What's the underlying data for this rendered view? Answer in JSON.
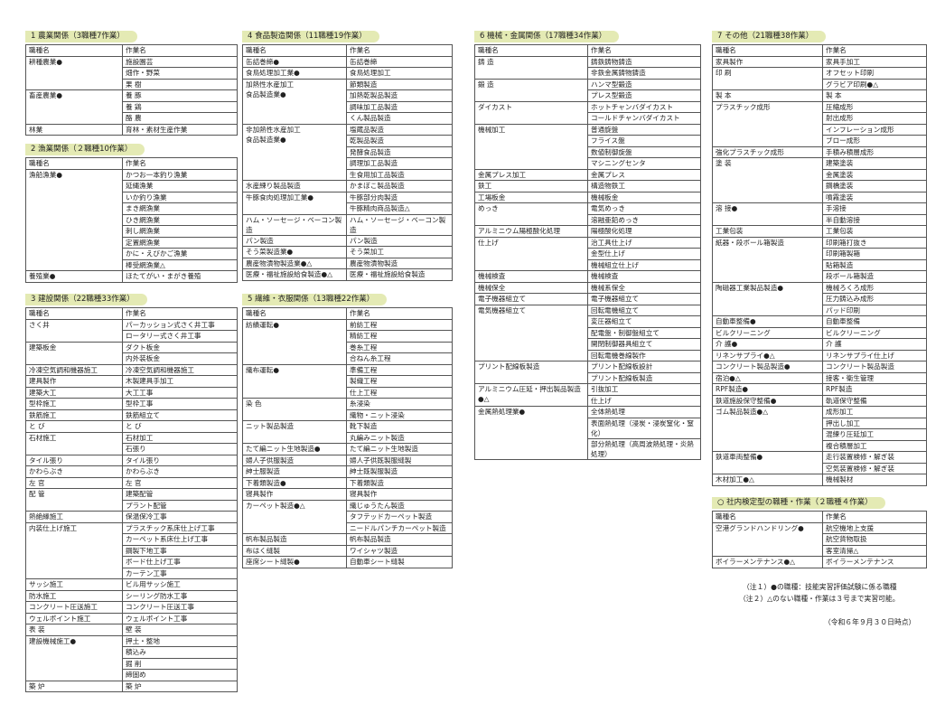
{
  "header": [
    "職種名",
    "作業名"
  ],
  "sections": [
    {
      "title": "1 農業関係（3職種7作業）",
      "rows": [
        [
          "耕種農業●",
          [
            "施設園芸",
            "畑作・野菜",
            "果 樹"
          ]
        ],
        [
          "畜産農業●",
          [
            "養 豚",
            "養 鶏",
            "酪 農"
          ]
        ],
        [
          "林業",
          [
            "育林・素材生産作業"
          ]
        ]
      ]
    },
    {
      "title": "2 漁業関係（２職種10作業）",
      "rows": [
        [
          "漁船漁業●",
          [
            "かつお一本釣り漁業",
            "延縄漁業",
            "いか釣り漁業",
            "まき網漁業",
            "ひき網漁業",
            "刺し網漁業",
            "定置網漁業",
            "かに・えびかご漁業",
            "棒受網漁業△"
          ]
        ],
        [
          "養殖業●",
          [
            "ほたてがい・まがき養殖"
          ]
        ]
      ]
    },
    {
      "title": "3 建設関係（22職種33作業）",
      "rows": [
        [
          "さく井",
          [
            "パーカッション式さく井工事",
            "ロータリー式さく井工事"
          ]
        ],
        [
          "建築板金",
          [
            "ダクト板金",
            "内外装板金"
          ]
        ],
        [
          "冷凍空気調和機器施工",
          [
            "冷凍空気調和機器施工"
          ]
        ],
        [
          "建具製作",
          [
            "木製建具手加工"
          ]
        ],
        [
          "建築大工",
          [
            "大工工事"
          ]
        ],
        [
          "型枠施工",
          [
            "型枠工事"
          ]
        ],
        [
          "鉄筋施工",
          [
            "鉄筋組立て"
          ]
        ],
        [
          "と び",
          [
            "と び"
          ]
        ],
        [
          "石材施工",
          [
            "石材加工",
            "石張り"
          ]
        ],
        [
          "タイル張り",
          [
            "タイル張り"
          ]
        ],
        [
          "かわらぶき",
          [
            "かわらぶき"
          ]
        ],
        [
          "左 官",
          [
            "左 官"
          ]
        ],
        [
          "配 管",
          [
            "建築配管",
            "プラント配管"
          ]
        ],
        [
          "熱絶縁施工",
          [
            "保温保冷工事"
          ]
        ],
        [
          "内装仕上げ施工",
          [
            "プラスチック系床仕上げ工事",
            "カーペット系床仕上げ工事",
            "鋼製下地工事",
            "ボード仕上げ工事",
            "カーテン工事"
          ]
        ],
        [
          "サッシ施工",
          [
            "ビル用サッシ施工"
          ]
        ],
        [
          "防水施工",
          [
            "シーリング防水工事"
          ]
        ],
        [
          "コンクリート圧送施工",
          [
            "コンクリート圧送工事"
          ]
        ],
        [
          "ウェルポイント施工",
          [
            "ウェルポイント工事"
          ]
        ],
        [
          "表 装",
          [
            "壁 装"
          ]
        ],
        [
          "建設機械施工●",
          [
            "押土・整地",
            "積込み",
            "掘 削",
            "締固め"
          ]
        ],
        [
          "築 炉",
          [
            "築 炉"
          ]
        ]
      ]
    },
    {
      "title": "4 食品製造関係（11職種19作業）",
      "rows": [
        [
          "缶詰巻締●",
          [
            "缶詰巻締"
          ]
        ],
        [
          "食鳥処理加工業●",
          [
            "食鳥処理加工"
          ]
        ],
        [
          "加熱性水産加工\n食品製造業●",
          [
            "節類製造",
            "加熱乾製品製造",
            "調味加工品製造",
            "くん製品製造"
          ]
        ],
        [
          "非加熱性水産加工\n食品製造業●",
          [
            "塩蔵品製造",
            "乾製品製造",
            "発酵食品製造",
            "調理加工品製造",
            "生食用加工品製造"
          ]
        ],
        [
          "水産練り製品製造",
          [
            "かまぼこ製品製造"
          ]
        ],
        [
          "牛豚食肉処理加工業●",
          [
            "牛豚部分肉製造",
            "牛豚精肉商品製造△"
          ]
        ],
        [
          "ハム・ソーセージ・ベーコン製造",
          [
            "ハム・ソーセージ・ベーコン製造"
          ]
        ],
        [
          "パン製造",
          [
            "パン製造"
          ]
        ],
        [
          "そう菜製造業●",
          [
            "そう菜加工"
          ]
        ],
        [
          "農産物漬物製造業●△",
          [
            "農産物漬物製造"
          ]
        ],
        [
          "医療・福祉施設給食製造●△",
          [
            "医療・福祉施設給食製造"
          ]
        ]
      ]
    },
    {
      "title": "5 繊維・衣服関係（13職種22作業）",
      "rows": [
        [
          "紡績運転●",
          [
            "前紡工程",
            "精紡工程",
            "巻糸工程",
            "合ねん糸工程"
          ]
        ],
        [
          "織布運転●",
          [
            "準備工程",
            "製織工程",
            "仕上工程"
          ]
        ],
        [
          "染 色",
          [
            "糸浸染",
            "織物・ニット浸染"
          ]
        ],
        [
          "ニット製品製造",
          [
            "靴下製造",
            "丸編みニット製造"
          ]
        ],
        [
          "たて編ニット生地製造●",
          [
            "たて編ニット生地製造"
          ]
        ],
        [
          "婦人子供服製造",
          [
            "婦人子供既製服縫製"
          ]
        ],
        [
          "紳士服製造",
          [
            "紳士既製服製造"
          ]
        ],
        [
          "下着類製造●",
          [
            "下着類製造"
          ]
        ],
        [
          "寝具製作",
          [
            "寝具製作"
          ]
        ],
        [
          "カーペット製造●△",
          [
            "織じゅうたん製造",
            "タフテッドカーペット製造",
            "ニードルパンチカーペット製造"
          ]
        ],
        [
          "帆布製品製造",
          [
            "帆布製品製造"
          ]
        ],
        [
          "布はく縫製",
          [
            "ワイシャツ製造"
          ]
        ],
        [
          "座席シート縫製●",
          [
            "自動車シート縫製"
          ]
        ]
      ]
    },
    {
      "title": "6 機械・金属関係（17職種34作業）",
      "rows": [
        [
          "鋳 造",
          [
            "鋳鉄鋳物鋳造",
            "非鉄金属鋳物鋳造"
          ]
        ],
        [
          "鍛 造",
          [
            "ハンマ型鍛造",
            "プレス型鍛造"
          ]
        ],
        [
          "ダイカスト",
          [
            "ホットチャンバダイカスト",
            "コールドチャンバダイカスト"
          ]
        ],
        [
          "機械加工",
          [
            "普通旋盤",
            "フライス盤",
            "数値制御旋盤",
            "マシニングセンタ"
          ]
        ],
        [
          "金属プレス加工",
          [
            "金属プレス"
          ]
        ],
        [
          "鉄工",
          [
            "構造物鉄工"
          ]
        ],
        [
          "工場板金",
          [
            "機械板金"
          ]
        ],
        [
          "めっき",
          [
            "電気めっき",
            "溶融亜鉛めっき"
          ]
        ],
        [
          "アルミニウム陽極酸化処理",
          [
            "陽極酸化処理"
          ]
        ],
        [
          "仕上げ",
          [
            "治工具仕上げ",
            "金型仕上げ",
            "機械組立仕上げ"
          ]
        ],
        [
          "機械検査",
          [
            "機械検査"
          ]
        ],
        [
          "機械保全",
          [
            "機械系保全"
          ]
        ],
        [
          "電子機器組立て",
          [
            "電子機器組立て"
          ]
        ],
        [
          "電気機器組立て",
          [
            "回転電機組立て",
            "変圧器組立て",
            "配電盤・制御盤組立て",
            "開閉制御器具組立て",
            "回転電機巻線製作"
          ]
        ],
        [
          "プリント配線板製造",
          [
            "プリント配線板設計",
            "プリント配線板製造"
          ]
        ],
        [
          "アルミニウム圧延・押出製品製造●△",
          [
            "引抜加工",
            "仕上げ"
          ]
        ],
        [
          "金属熱処理業●",
          [
            "全体熱処理",
            "表面熱処理（浸炭・浸炭窒化・窒化）",
            "部分熱処理（高周波熱処理・炎熱処理）"
          ]
        ]
      ]
    },
    {
      "title": "7 その他（21職種38作業）",
      "rows": [
        [
          "家具製作",
          [
            "家具手加工"
          ]
        ],
        [
          "印 刷",
          [
            "オフセット印刷",
            "グラビア印刷●△"
          ]
        ],
        [
          "製 本",
          [
            "製 本"
          ]
        ],
        [
          "プラスチック成形",
          [
            "圧縮成形",
            "射出成形",
            "インフレーション成形",
            "ブロー成形"
          ]
        ],
        [
          "強化プラスチック成形",
          [
            "手積み積層成形"
          ]
        ],
        [
          "塗 装",
          [
            "建築塗装",
            "金属塗装",
            "鋼橋塗装",
            "噴霧塗装"
          ]
        ],
        [
          "溶 接●",
          [
            "手溶接",
            "半自動溶接"
          ]
        ],
        [
          "工業包装",
          [
            "工業包装"
          ]
        ],
        [
          "紙器・段ボール箱製造",
          [
            "印刷箱打抜き",
            "印刷箱製箱",
            "貼箱製造",
            "段ボール箱製造"
          ]
        ],
        [
          "陶磁器工業製品製造●",
          [
            "機械ろくろ成形",
            "圧力鋳込み成形",
            "パッド印刷"
          ]
        ],
        [
          "自動車整備●",
          [
            "自動車整備"
          ]
        ],
        [
          "ビルクリーニング",
          [
            "ビルクリーニング"
          ]
        ],
        [
          "介 護●",
          [
            "介 護"
          ]
        ],
        [
          "リネンサプライ●△",
          [
            "リネンサプライ仕上げ"
          ]
        ],
        [
          "コンクリート製品製造●",
          [
            "コンクリート製品製造"
          ]
        ],
        [
          "宿泊●△",
          [
            "接客・衛生管理"
          ]
        ],
        [
          "RPF製造●",
          [
            "RPF製造"
          ]
        ],
        [
          "鉄道施設保守整備●",
          [
            "軌道保守整備"
          ]
        ],
        [
          "ゴム製品製造●△",
          [
            "成形加工",
            "押出し加工",
            "混練り圧延加工",
            "複合積層加工"
          ]
        ],
        [
          "鉄道車両整備●",
          [
            "走行装置検修・解ぎ装",
            "空気装置検修・解ぎ装"
          ]
        ],
        [
          "木材加工●△",
          [
            "機械製材"
          ]
        ]
      ]
    },
    {
      "title": "○ 社内検定型の職種・作業（２職種４作業）",
      "rows": [
        [
          "空港グランドハンドリング●",
          [
            "航空機地上支援",
            "航空貨物取扱",
            "客室清掃△"
          ]
        ],
        [
          "ボイラーメンテナンス●△",
          [
            "ボイラーメンテナンス"
          ]
        ]
      ]
    }
  ],
  "notes": {
    "note1": "（注１）●の職種：技能実習評価試験に係る職種",
    "note2": "（注２）△のない職種・作業は３号まで実習可能。",
    "as_of": "（令和６年９月３０日時点）"
  }
}
